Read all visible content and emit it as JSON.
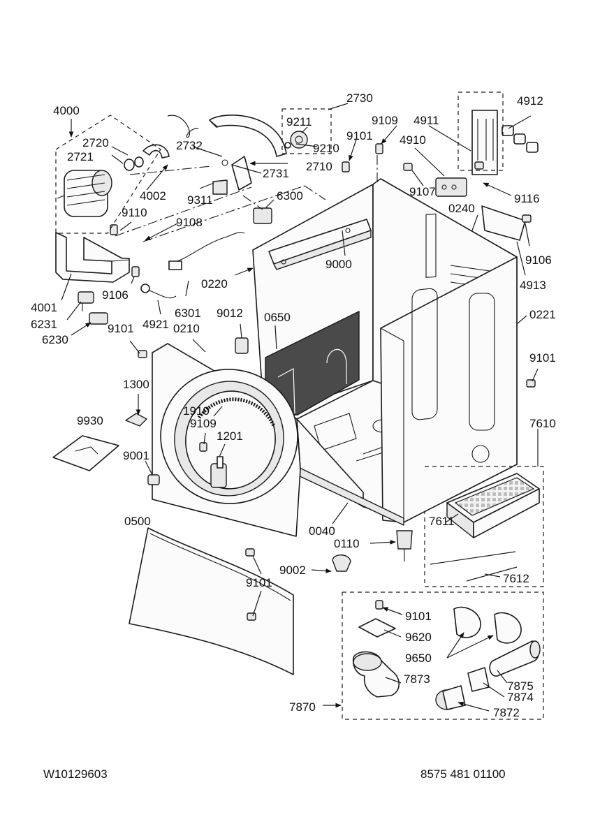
{
  "doc_number_left": "W10129603",
  "doc_number_right": "8575 481 01100",
  "callouts": {
    "c2730": "2730",
    "c4000": "4000",
    "c9211": "9211",
    "c9109a": "9109",
    "c4911": "4911",
    "c4912": "4912",
    "c2720": "2720",
    "c2721": "2721",
    "c2732": "2732",
    "c9210": "9210",
    "c9101a": "9101",
    "c4910": "4910",
    "c2710": "2710",
    "c2731": "2731",
    "c4002": "4002",
    "c9311": "9311",
    "c6300": "6300",
    "c9107": "9107",
    "c9116": "9116",
    "c9110": "9110",
    "c0240": "0240",
    "c9108": "9108",
    "c9106a": "9106",
    "c9000": "9000",
    "c0220": "0220",
    "c4913": "4913",
    "c9106b": "9106",
    "c4001": "4001",
    "c6301": "6301",
    "c9012": "9012",
    "c0650": "0650",
    "c0221": "0221",
    "c6231": "6231",
    "c4921": "4921",
    "c0210": "0210",
    "c6230": "6230",
    "c9101b": "9101",
    "c9101c": "9101",
    "c1300": "1300",
    "c1910": "1910",
    "c9930": "9930",
    "c9109b": "9109",
    "c1201": "1201",
    "c7610": "7610",
    "c9001": "9001",
    "c0500": "0500",
    "c0040": "0040",
    "c7611": "7611",
    "c0110": "0110",
    "c9002": "9002",
    "c7612": "7612",
    "c9101d": "9101",
    "c9101e": "9101",
    "c9620": "9620",
    "c9650": "9650",
    "c7873": "7873",
    "c7875": "7875",
    "c7874": "7874",
    "c7870": "7870",
    "c7872": "7872"
  }
}
